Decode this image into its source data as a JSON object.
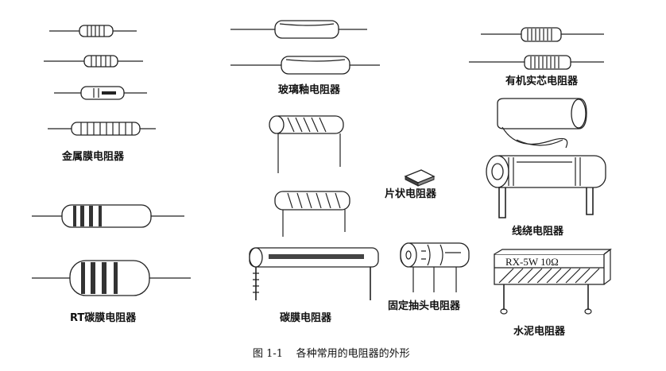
{
  "labels": {
    "metal_film": "金属膜电阻器",
    "glass_glaze": "玻璃釉电阻器",
    "organic_solid": "有机实芯电阻器",
    "chip": "片状电阻器",
    "wirewound": "线绕电阻器",
    "rt_carbon_film": "RT碳膜电阻器",
    "carbon_film": "碳膜电阻器",
    "fixed_tap": "固定抽头电阻器",
    "cement": "水泥电阻器"
  },
  "cement_marking": "RX-5W 10Ω",
  "caption": {
    "number": "图 1-1",
    "text": "各种常用的电阻器的外形"
  }
}
